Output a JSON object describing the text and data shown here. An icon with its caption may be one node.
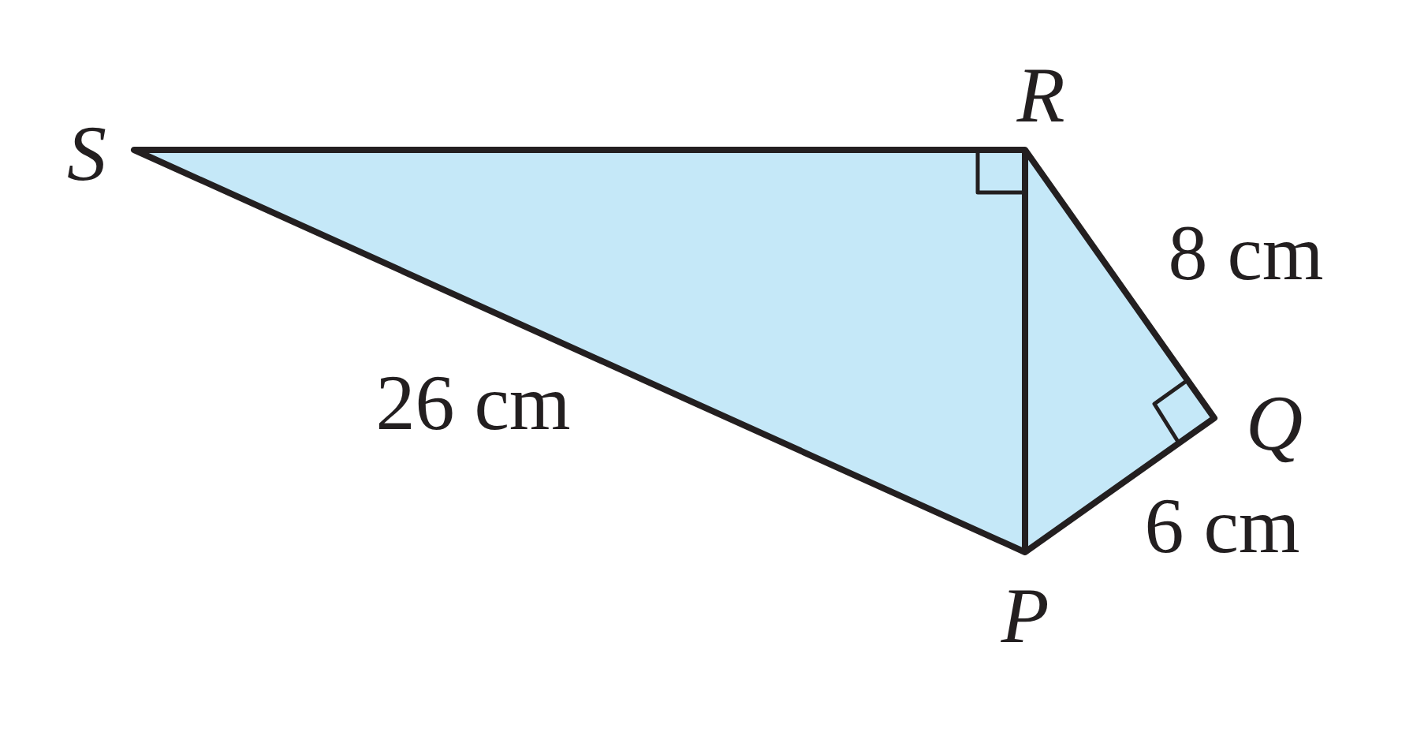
{
  "diagram": {
    "labels": [
      "R",
      "S",
      "8 cm",
      "26 cm",
      "Q",
      "6 cm",
      "P"
    ]
  }
}
